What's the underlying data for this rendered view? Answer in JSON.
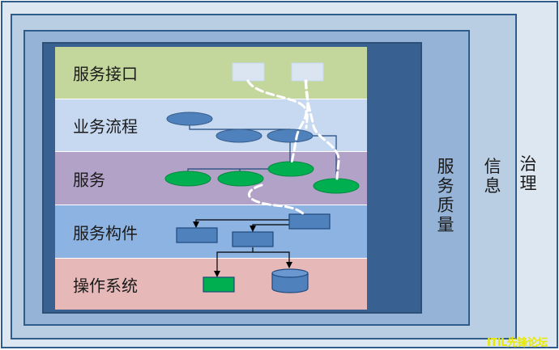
{
  "frames": {
    "governance": "治理",
    "information": "信息",
    "service_quality": "服务质量"
  },
  "layers": [
    {
      "name": "服务接口",
      "color": "#c3d69b"
    },
    {
      "name": "业务流程",
      "color": "#c6d9f1"
    },
    {
      "name": "服务",
      "color": "#b3a2c7"
    },
    {
      "name": "服务构件",
      "color": "#8db3e2"
    },
    {
      "name": "操作系统",
      "color": "#e6b9b8"
    }
  ],
  "colors": {
    "process_node": "#4f81bd",
    "service_node": "#00b050",
    "component_box": "#4f81bd",
    "interface_box": "#dbe5f1",
    "dashed_flow": "#ffffff",
    "connector": "#1f497d"
  },
  "watermark": "ITIL先锋论坛"
}
